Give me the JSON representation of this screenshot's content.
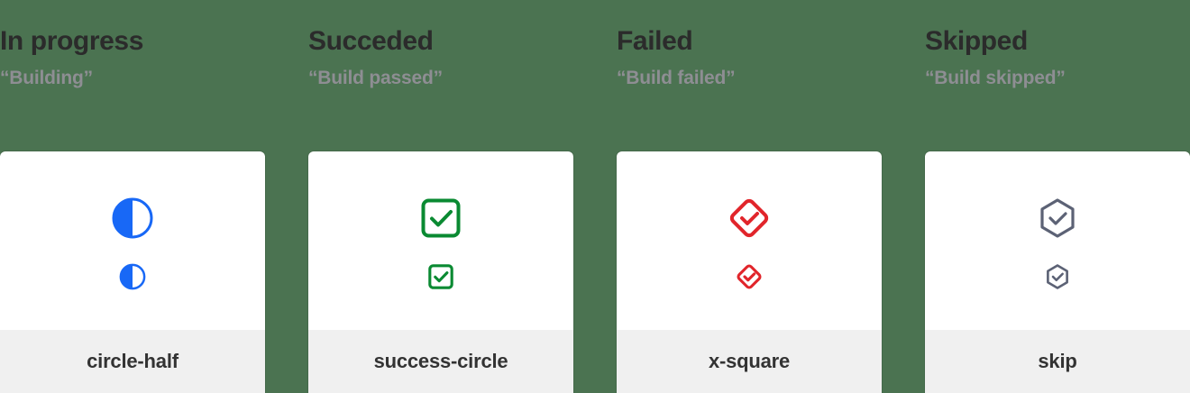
{
  "page": {
    "background_color": "#4b7351",
    "card_background": "#ffffff",
    "card_footer_background": "#f0f0f0"
  },
  "columns": [
    {
      "title": "In progress",
      "subtitle": "“Building”",
      "icon_name": "circle-half-icon",
      "icon_label": "circle-half",
      "color": "#1868f6"
    },
    {
      "title": "Succeded",
      "subtitle": "“Build passed”",
      "icon_name": "success-circle-icon",
      "icon_label": "success-circle",
      "color": "#0a8a32"
    },
    {
      "title": "Failed",
      "subtitle": "“Build failed”",
      "icon_name": "x-square-icon",
      "icon_label": "x-square",
      "color": "#e1252b"
    },
    {
      "title": "Skipped",
      "subtitle": "“Build skipped”",
      "icon_name": "skip-icon",
      "icon_label": "skip",
      "color": "#5c6275"
    }
  ]
}
